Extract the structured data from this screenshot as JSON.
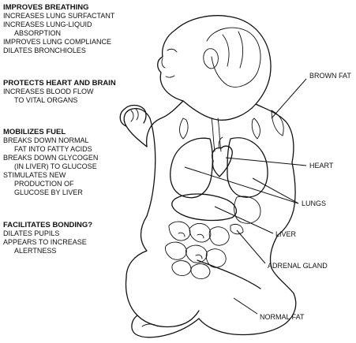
{
  "effects": [
    {
      "heading": "IMPROVES BREATHING",
      "lines": [
        "INCREASES LUNG SURFACTANT",
        "INCREASES LUNG-LIQUID",
        "ABSORPTION",
        "IMPROVES LUNG COMPLIANCE",
        "DILATES BRONCHIOLES"
      ]
    },
    {
      "heading": "PROTECTS HEART AND BRAIN",
      "lines": [
        "INCREASES BLOOD FLOW",
        "TO VITAL ORGANS"
      ]
    },
    {
      "heading": "MOBILIZES FUEL",
      "lines": [
        "BREAKS DOWN NORMAL",
        "FAT INTO FATTY ACIDS",
        "BREAKS DOWN GLYCOGEN",
        "(IN LIVER) TO GLUCOSE",
        "STIMULATES NEW",
        "PRODUCTION OF",
        "GLUCOSE BY LIVER"
      ]
    },
    {
      "heading": "FACILITATES BONDING?",
      "lines": [
        "DILATES PUPILS",
        "APPEARS TO INCREASE",
        "ALERTNESS"
      ]
    }
  ],
  "organ_labels": {
    "brown_fat": "BROWN FAT",
    "heart": "HEART",
    "lungs": "LUNGS",
    "liver": "LIVER",
    "adrenal_gland": "ADRENAL GLAND",
    "normal_fat": "NORMAL FAT"
  }
}
